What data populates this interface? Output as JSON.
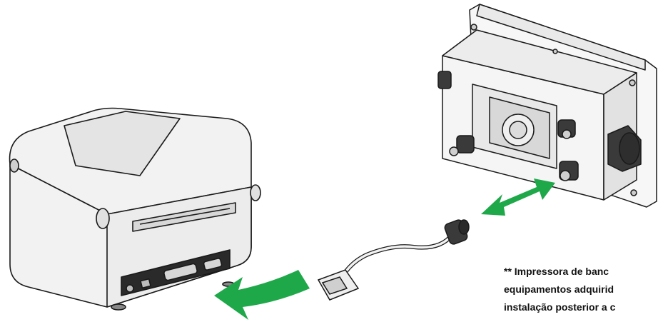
{
  "note": {
    "lines": [
      "**  Impressora de banc",
      "equipamentos adquirid",
      "instalação posterior a c"
    ]
  },
  "colors": {
    "arrow_green": "#1fa84a",
    "line": "#1a1a1a",
    "panel_fill": "#f5f5f5",
    "printer_fill": "#f2f2f2"
  },
  "icons": [
    "label-printer",
    "indicator-terminal",
    "serial-cable",
    "connect-arrow",
    "plug-in-arrow"
  ]
}
